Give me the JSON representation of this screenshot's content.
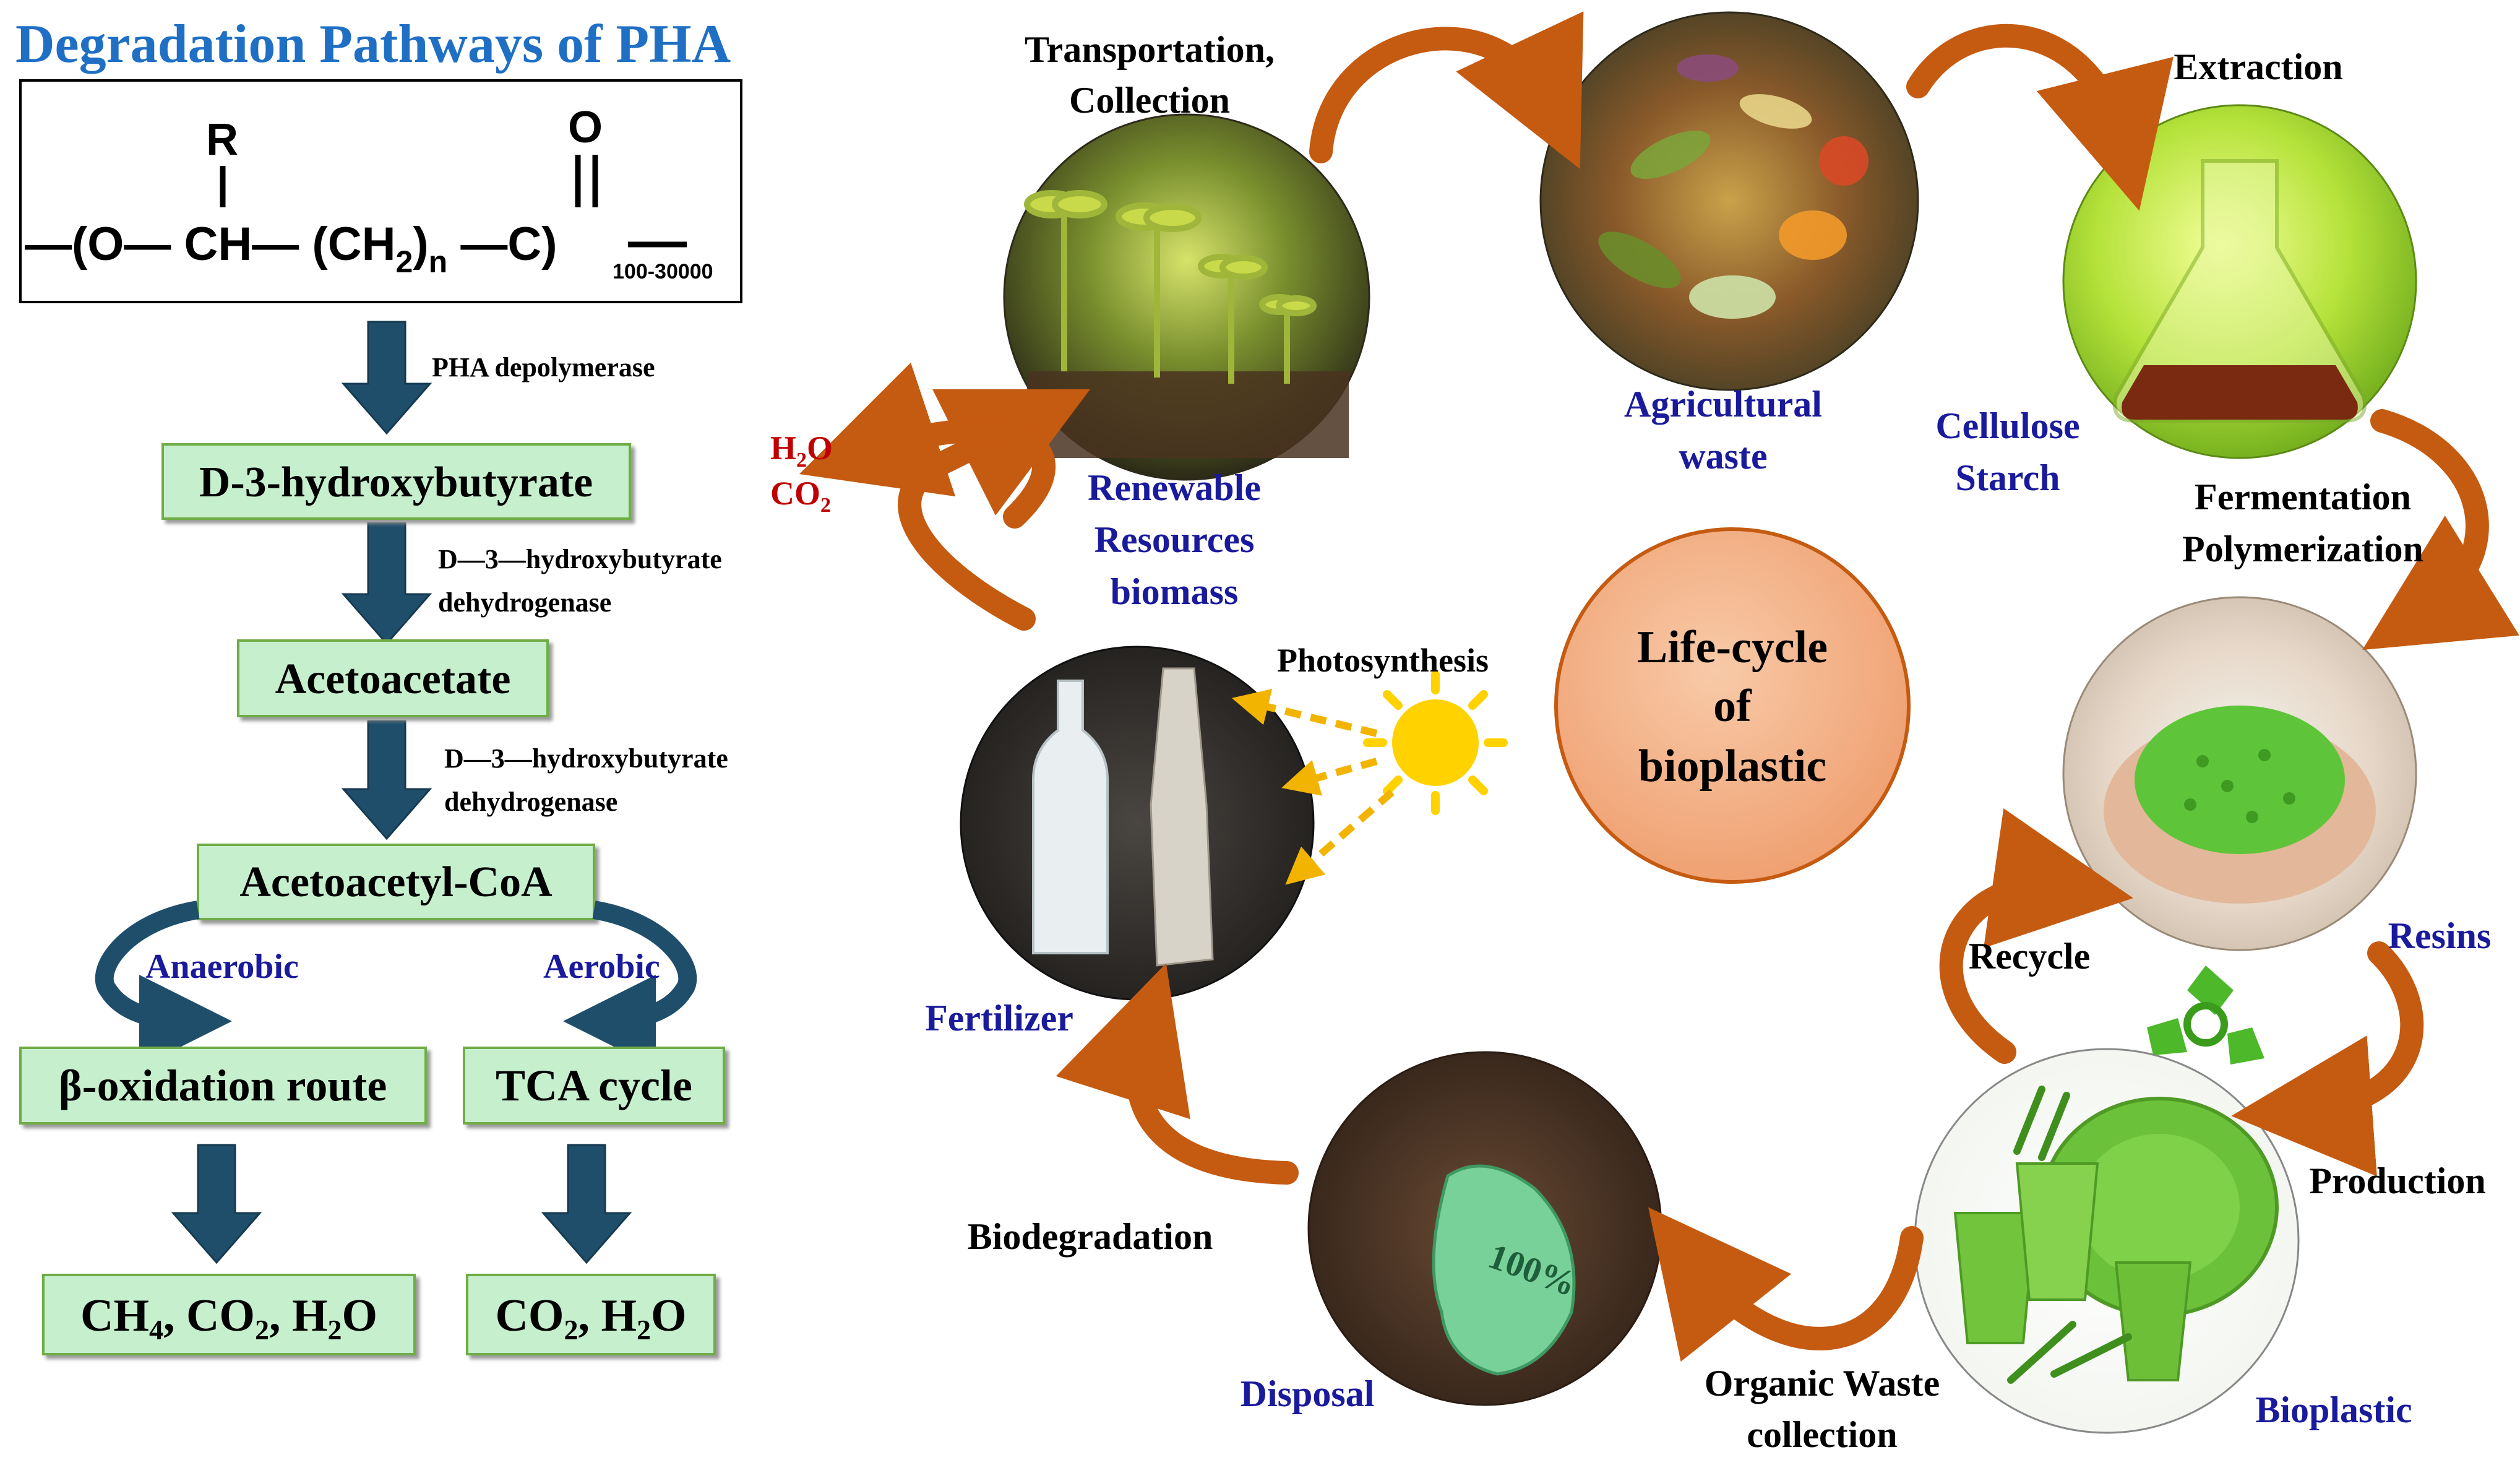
{
  "pathway": {
    "title": "Degradation Pathways of PHA",
    "formula": {
      "r": "R",
      "o_double": "O",
      "lead": "—(O— CH— (CH",
      "sub_2": "2",
      "paren": ")",
      "sub_n": "n",
      "tail": "—C)",
      "dp": "100-30000"
    },
    "enzyme_1": "PHA depolymerase",
    "box_1": "D-3-hydroxybutyrate",
    "enzyme_2_line1": "D—3—hydroxybutyrate",
    "enzyme_2_line2": "dehydrogenase",
    "box_2": "Acetoacetate",
    "enzyme_3_line1": "D—3—hydroxybutyrate",
    "enzyme_3_line2": "dehydrogenase",
    "box_3": "Acetoacetyl-CoA",
    "branch_left": "Anaerobic",
    "branch_right": "Aerobic",
    "box_left": "β-oxidation route",
    "box_right": "TCA cycle",
    "products_left": "CH4, CO2, H2O",
    "products_right": "CO2, H2O"
  },
  "lifecycle": {
    "center": [
      "Life-cycle",
      "of",
      "bioplastic"
    ],
    "transport": [
      "Transportation,",
      "Collection"
    ],
    "extraction": "Extraction",
    "renewable": [
      "Renewable",
      "Resources",
      "biomass"
    ],
    "agri": [
      "Agricultural",
      "waste"
    ],
    "cellulose": [
      "Cellulose",
      "Starch"
    ],
    "fermentation": [
      "Fermentation",
      "Polymerization"
    ],
    "h2o": "H2O",
    "co2": "CO2",
    "photosynthesis": "Photosynthesis",
    "fertilizer": "Fertilizer",
    "resins": "Resins",
    "recycle": "Recycle",
    "production": "Production",
    "biodegradation": "Biodegradation",
    "disposal": "Disposal",
    "organic_waste": [
      "Organic Waste",
      "collection"
    ],
    "bioplastic": "Bioplastic",
    "bag_print": "100%"
  },
  "colors": {
    "title_blue": "#1f6fc4",
    "label_blue": "#1a1a9c",
    "red": "#c00000",
    "box_fill": "#c6efce",
    "box_border": "#70ad47",
    "down_arrow": "#1f4e6b",
    "orange_arrow": "#c55a11",
    "center_fill": "#f4b183",
    "sun": "#ffd200",
    "ray": "#f2b400"
  }
}
